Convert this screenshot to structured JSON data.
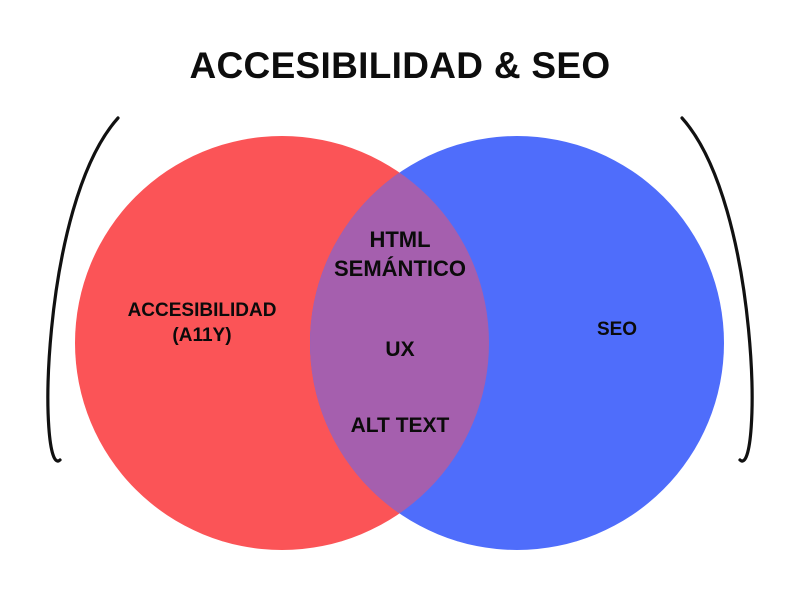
{
  "title": "ACCESIBILIDAD & SEO",
  "diagram": {
    "type": "venn",
    "left_set": {
      "label": "ACCESIBILIDAD\n(A11Y)",
      "color": "#FB5457"
    },
    "right_set": {
      "label": "SEO",
      "color": "#4F6DFB"
    },
    "intersection": {
      "color": "#A55FAE",
      "items": [
        "HTML\nSEMÁNTICO",
        "UX",
        "ALT TEXT"
      ]
    },
    "decoration": {
      "arc_color": "#111111",
      "arc_label": "decorative-bracket-arc"
    },
    "background": "#FFFFFF",
    "text_color": "#0B0B0B"
  }
}
